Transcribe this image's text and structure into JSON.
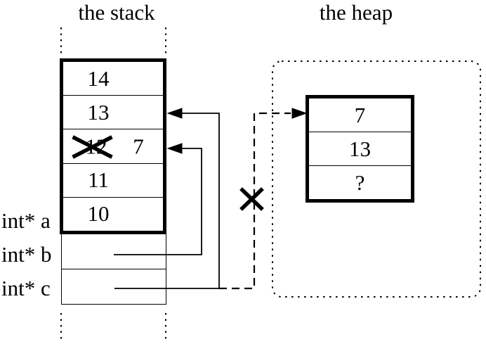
{
  "colors": {
    "ink": "#000000",
    "background": "#ffffff"
  },
  "stack": {
    "title": "the stack",
    "frame_cells": [
      {
        "value": "14"
      },
      {
        "value": "13"
      },
      {
        "old_value": "12",
        "crossed_out": true,
        "new_value": "7"
      },
      {
        "value": "11"
      },
      {
        "value": "10"
      }
    ]
  },
  "pointer_variables": [
    {
      "label": "int* a"
    },
    {
      "label": "int* b"
    },
    {
      "label": "int* c"
    }
  ],
  "heap": {
    "title": "the heap",
    "block_cells": [
      {
        "value": "7"
      },
      {
        "value": "13"
      },
      {
        "value": "?"
      }
    ]
  }
}
